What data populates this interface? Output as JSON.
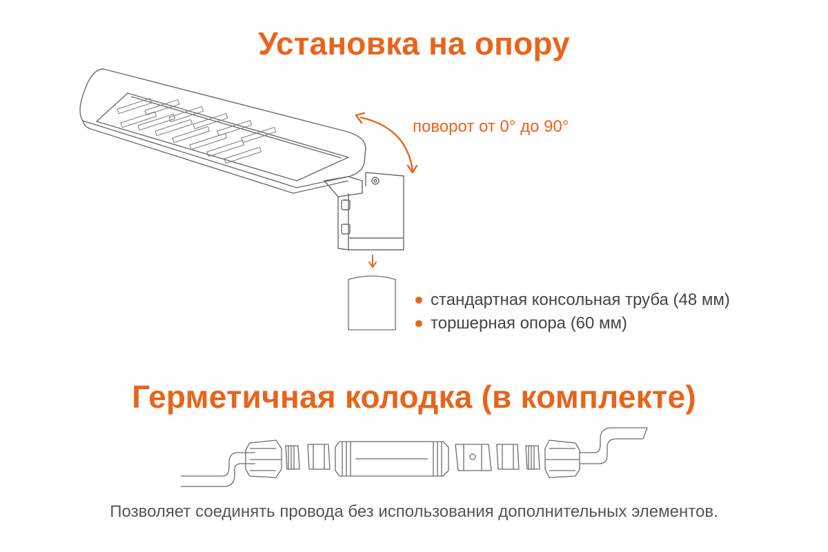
{
  "colors": {
    "accent": "#e8641b",
    "line": "#6a6a6a",
    "text": "#444444"
  },
  "section_mount": {
    "title": "Установка на опору",
    "rotation_label": "поворот от 0° до 90°",
    "options": [
      "стандартная консольная труба (48 мм)",
      "торшерная опора (60 мм)"
    ]
  },
  "section_connector": {
    "title": "Герметичная колодка (в комплекте)",
    "caption": "Позволяет соединять провода без использования дополнительных элементов."
  },
  "icons": [
    "street-light-icon",
    "rotation-arrow-icon",
    "down-arrow-icon",
    "pipe-icon",
    "sealed-connector-icon"
  ]
}
